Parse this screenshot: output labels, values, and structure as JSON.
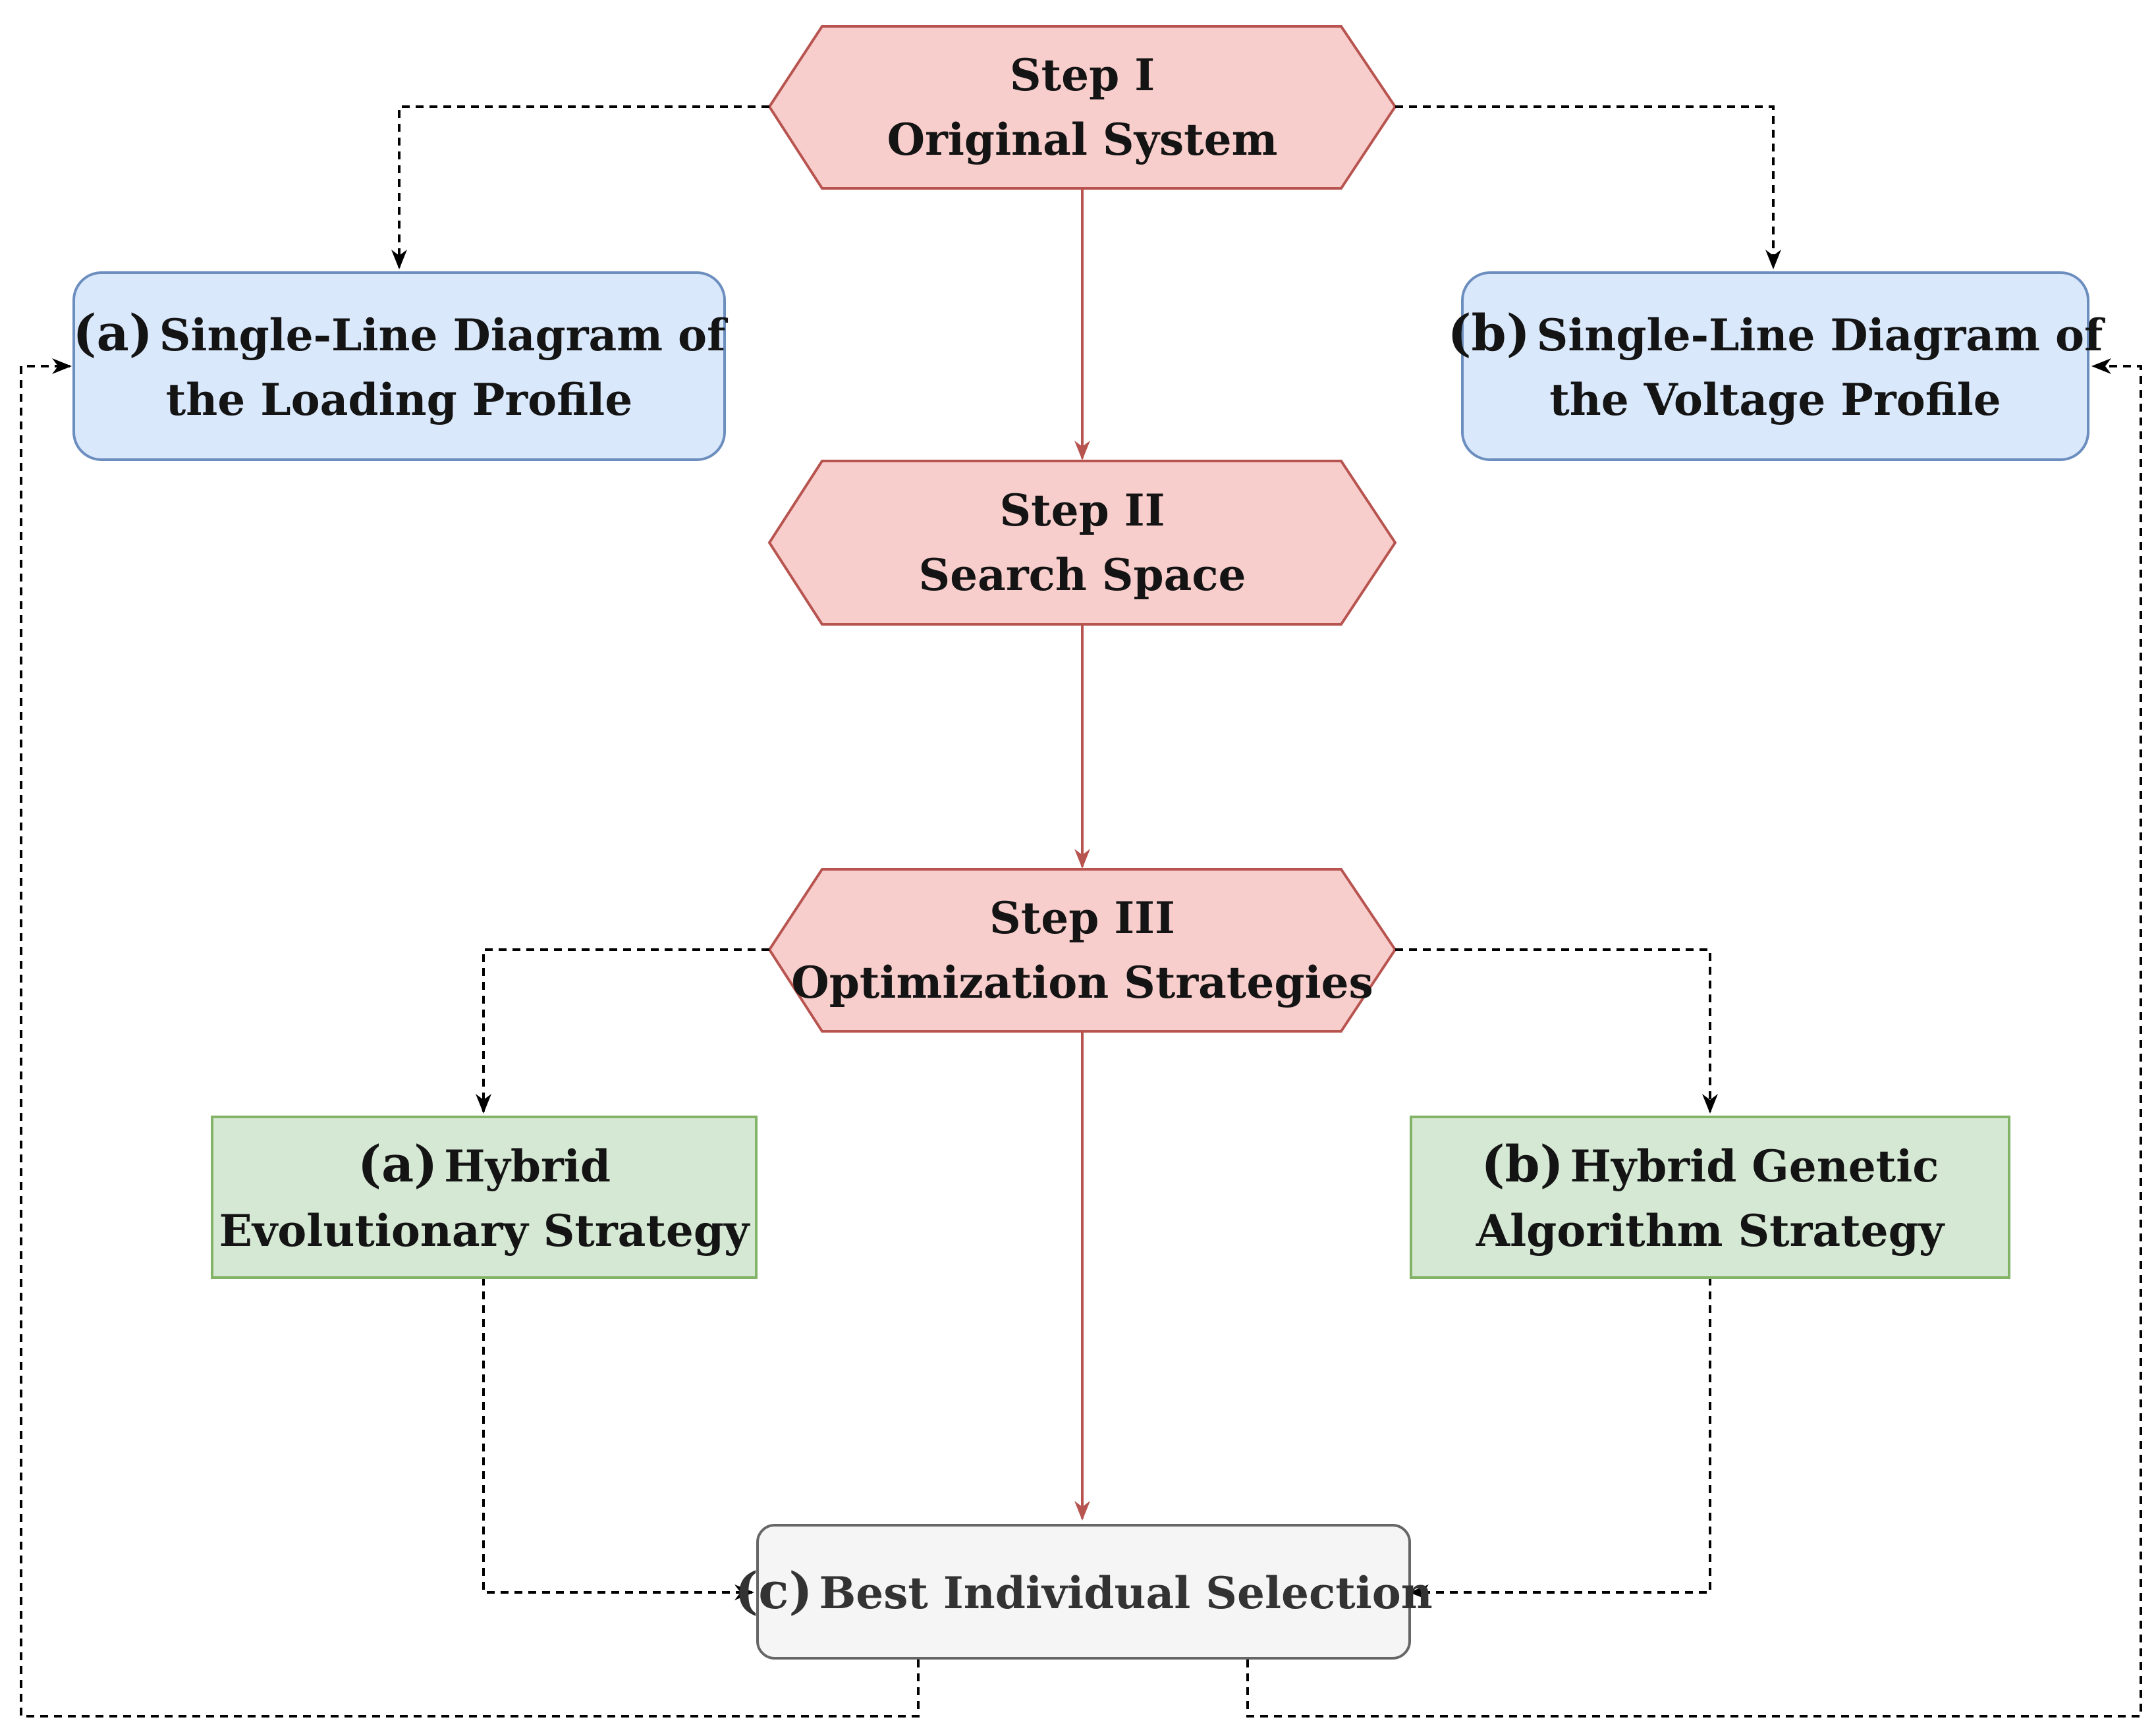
{
  "steps": {
    "step1": {
      "title": "Step I",
      "subtitle": "Original System"
    },
    "step2": {
      "title": "Step II",
      "subtitle": "Search Space"
    },
    "step3": {
      "title": "Step III",
      "subtitle": "Optimization Strategies"
    }
  },
  "profiles": {
    "a": {
      "tag": "(a)",
      "line1": "Single-Line Diagram of",
      "line2": "the Loading Profile"
    },
    "b": {
      "tag": "(b)",
      "line1": "Single-Line Diagram of",
      "line2": "the Voltage Profile"
    }
  },
  "strategies": {
    "a": {
      "tag": "(a)",
      "line1": "Hybrid",
      "line2": "Evolutionary Strategy"
    },
    "b": {
      "tag": "(b)",
      "line1": "Hybrid Genetic",
      "line2": "Algorithm Strategy"
    }
  },
  "selection": {
    "tag": "(c)",
    "label": "Best Individual Selection"
  },
  "colors": {
    "step_fill": "#f8cecc",
    "step_stroke": "#b85450",
    "profile_fill": "#dae8fc",
    "profile_stroke": "#6c8ebf",
    "strategy_fill": "#d5e8d4",
    "strategy_stroke": "#82b366",
    "selection_fill": "#f5f5f5",
    "selection_stroke": "#666666",
    "solid_arrow": "#b85450",
    "dashed_arrow": "#000000"
  }
}
